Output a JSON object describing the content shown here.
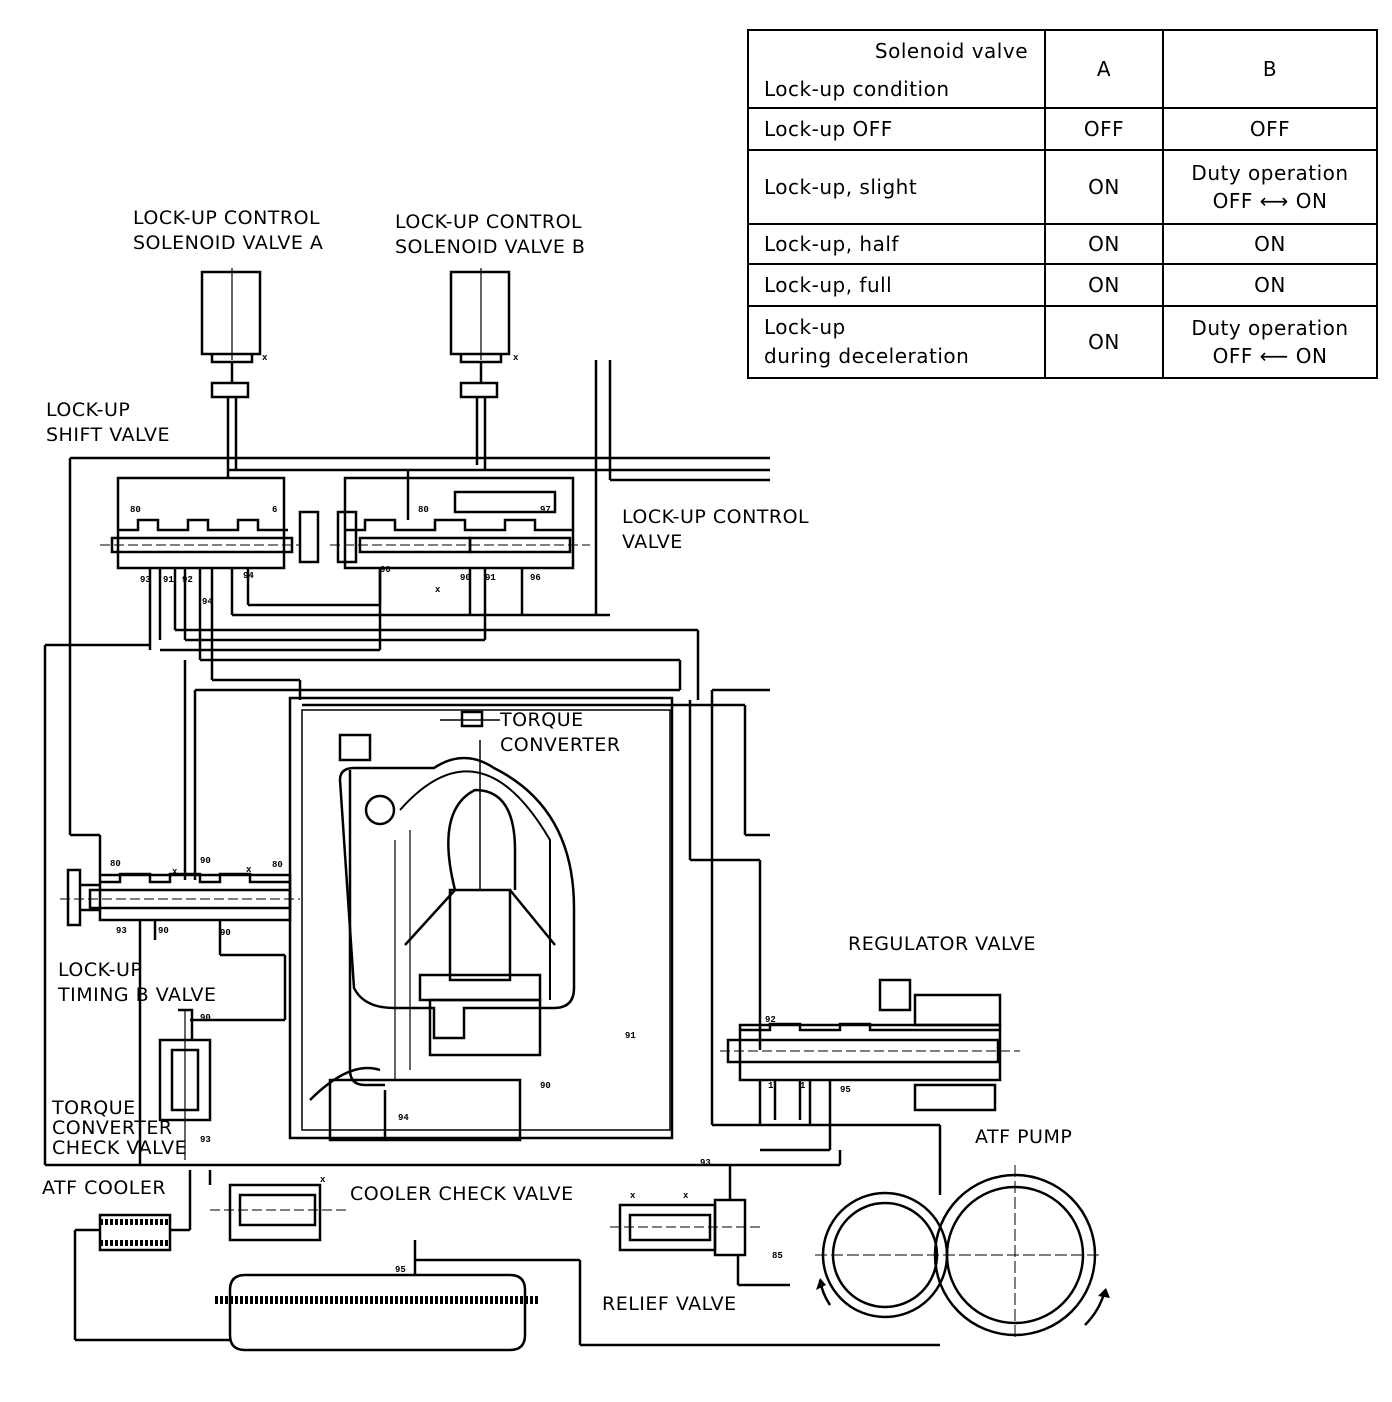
{
  "table": {
    "header_top": "Solenoid valve",
    "header_bottom": "Lock-up condition",
    "col_a": "A",
    "col_b": "B",
    "rows": [
      {
        "condition": "Lock-up OFF",
        "a": "OFF",
        "b": "OFF"
      },
      {
        "condition": "Lock-up, slight",
        "a": "ON",
        "b": "Duty operation\nOFF ⟷ ON"
      },
      {
        "condition": "Lock-up, half",
        "a": "ON",
        "b": "ON"
      },
      {
        "condition": "Lock-up, full",
        "a": "ON",
        "b": "ON"
      },
      {
        "condition": "Lock-up\nduring deceleration",
        "a": "ON",
        "b": "Duty operation\nOFF ⟵ ON"
      }
    ]
  },
  "labels": {
    "solenoid_a": "LOCK-UP CONTROL\nSOLENOID VALVE A",
    "solenoid_b": "LOCK-UP CONTROL\nSOLENOID VALVE B",
    "shift_valve": "LOCK-UP\nSHIFT VALVE",
    "control_valve": "LOCK-UP CONTROL\nVALVE",
    "torque_converter": "TORQUE\nCONVERTER",
    "timing_b": "LOCK-UP\nTIMING B VALVE",
    "tc_check": "TORQUE\nCONVERTER\nCHECK VALVE",
    "atf_cooler": "ATF COOLER",
    "cooler_check": "COOLER CHECK VALVE",
    "regulator": "REGULATOR VALVE",
    "atf_pump": "ATF PUMP",
    "relief": "RELIEF VALVE"
  },
  "ports": {
    "p80a": "80",
    "p6": "6",
    "p80b": "80",
    "p97": "97",
    "p93a": "93",
    "p91a": "91",
    "p92": "92",
    "p94a": "94",
    "p96": "96",
    "p94b": "94",
    "p90a": "90",
    "p90b": "90",
    "p91b": "91",
    "p95a": "95",
    "p80c": "80",
    "p90c": "90",
    "p80d": "80",
    "p93b": "93",
    "p90d": "90",
    "p90e": "90",
    "p91c": "91",
    "p90f": "90",
    "p94c": "94",
    "p93c": "93",
    "p92b": "92",
    "p1a": "1",
    "p1b": "1",
    "p95b": "95",
    "p93d": "93",
    "p85": "85",
    "p90g": "90",
    "x1": "x",
    "x2": "x",
    "x3": "x",
    "x4": "x",
    "x5": "x",
    "x6": "x",
    "x7": "x",
    "x8": "x"
  }
}
